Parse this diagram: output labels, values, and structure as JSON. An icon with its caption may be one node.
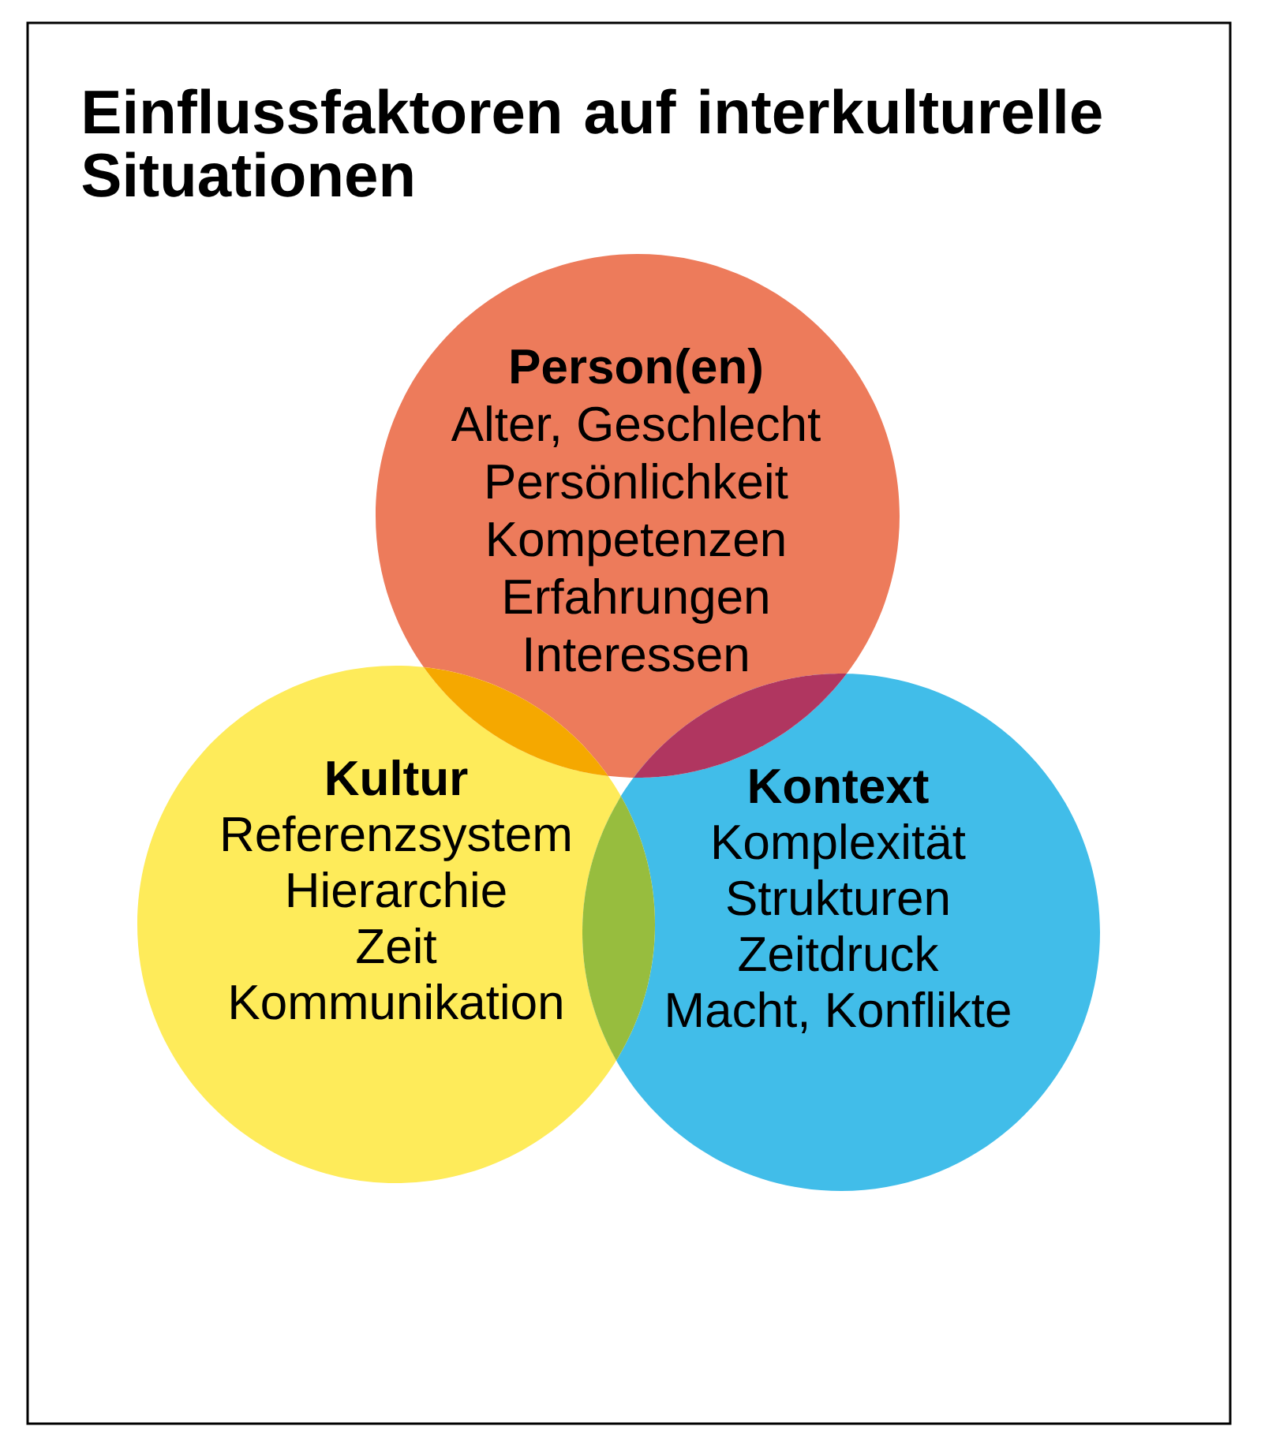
{
  "diagram": {
    "title": "Einflussfaktoren auf interkulturelle Situationen",
    "nodes": [
      {
        "text": [
          "Person(en)",
          "Alter, Geschlecht",
          "Persönlichkeit",
          "Kompetenzen",
          "Erfahrungen",
          "Interessen"
        ]
      },
      {
        "text": [
          "Kultur",
          "Referenzsystem",
          "Hierarchie",
          "Zeit",
          "Kommunikation"
        ]
      },
      {
        "text": [
          "Kontext",
          "Komplexität",
          "Strukturen",
          "Zeitdruck",
          "Macht, Konflikte"
        ]
      }
    ]
  }
}
